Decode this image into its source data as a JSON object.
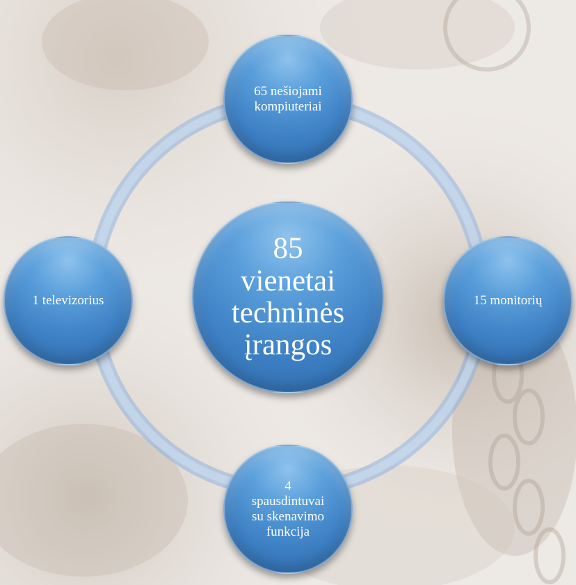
{
  "center": {
    "label": "85\nvienetai\ntechninės\nįrangos"
  },
  "nodes": {
    "top": {
      "label": "65 nešiojami\nkompiuteriai"
    },
    "left": {
      "label": "1 televizorius"
    },
    "right": {
      "label": "15 monitorių"
    },
    "bottom": {
      "label": "4\nspausdintuvai\nsu skenavimo\nfunkcija"
    }
  },
  "colors": {
    "node": "#4a8fd2",
    "ring": "#b7cde8",
    "background": "#e9e4df"
  }
}
